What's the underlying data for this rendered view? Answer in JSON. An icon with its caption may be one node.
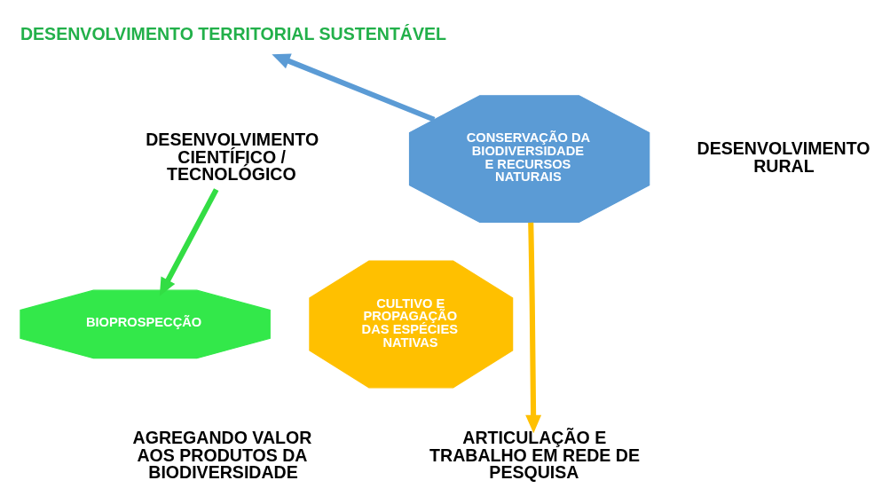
{
  "diagram": {
    "nodes": [
      {
        "text": [
          "DESENVOLVIMENTO TERRITORIAL SUSTENTÁVEL"
        ]
      },
      {
        "text": [
          "DESENVOLVIMENTO CIENTÍFICO / TECNOLÓGICO"
        ]
      },
      {
        "text": [
          "CONSERVAÇÃO DA BIODIVERSIDADE E RECURSOS NATURAIS"
        ]
      },
      {
        "text": [
          "DESENVOLVIMENTO RURAL"
        ]
      },
      {
        "text": [
          "BIOPROSPECÇÃO"
        ]
      },
      {
        "text": [
          "CULTIVO E PROPAGAÇÃO DAS ESPÉCIES NATIVAS"
        ]
      },
      {
        "text": [
          "AGREGANDO VALOR AOS PRODUTOS DA BIODIVERSIDADE"
        ]
      },
      {
        "text": [
          "ARTICULAÇÃO E TRABALHO EM REDE DE PESQUISA"
        ]
      }
    ],
    "edges": [
      {
        "from": 1,
        "to": 4,
        "arrow": "to",
        "color": "#33dd44"
      },
      {
        "from": 2,
        "to": 0,
        "arrow": "to",
        "color": "#5b9bd5"
      },
      {
        "from": 2,
        "to": 7,
        "arrow": "to",
        "color": "#ffc000"
      }
    ]
  }
}
